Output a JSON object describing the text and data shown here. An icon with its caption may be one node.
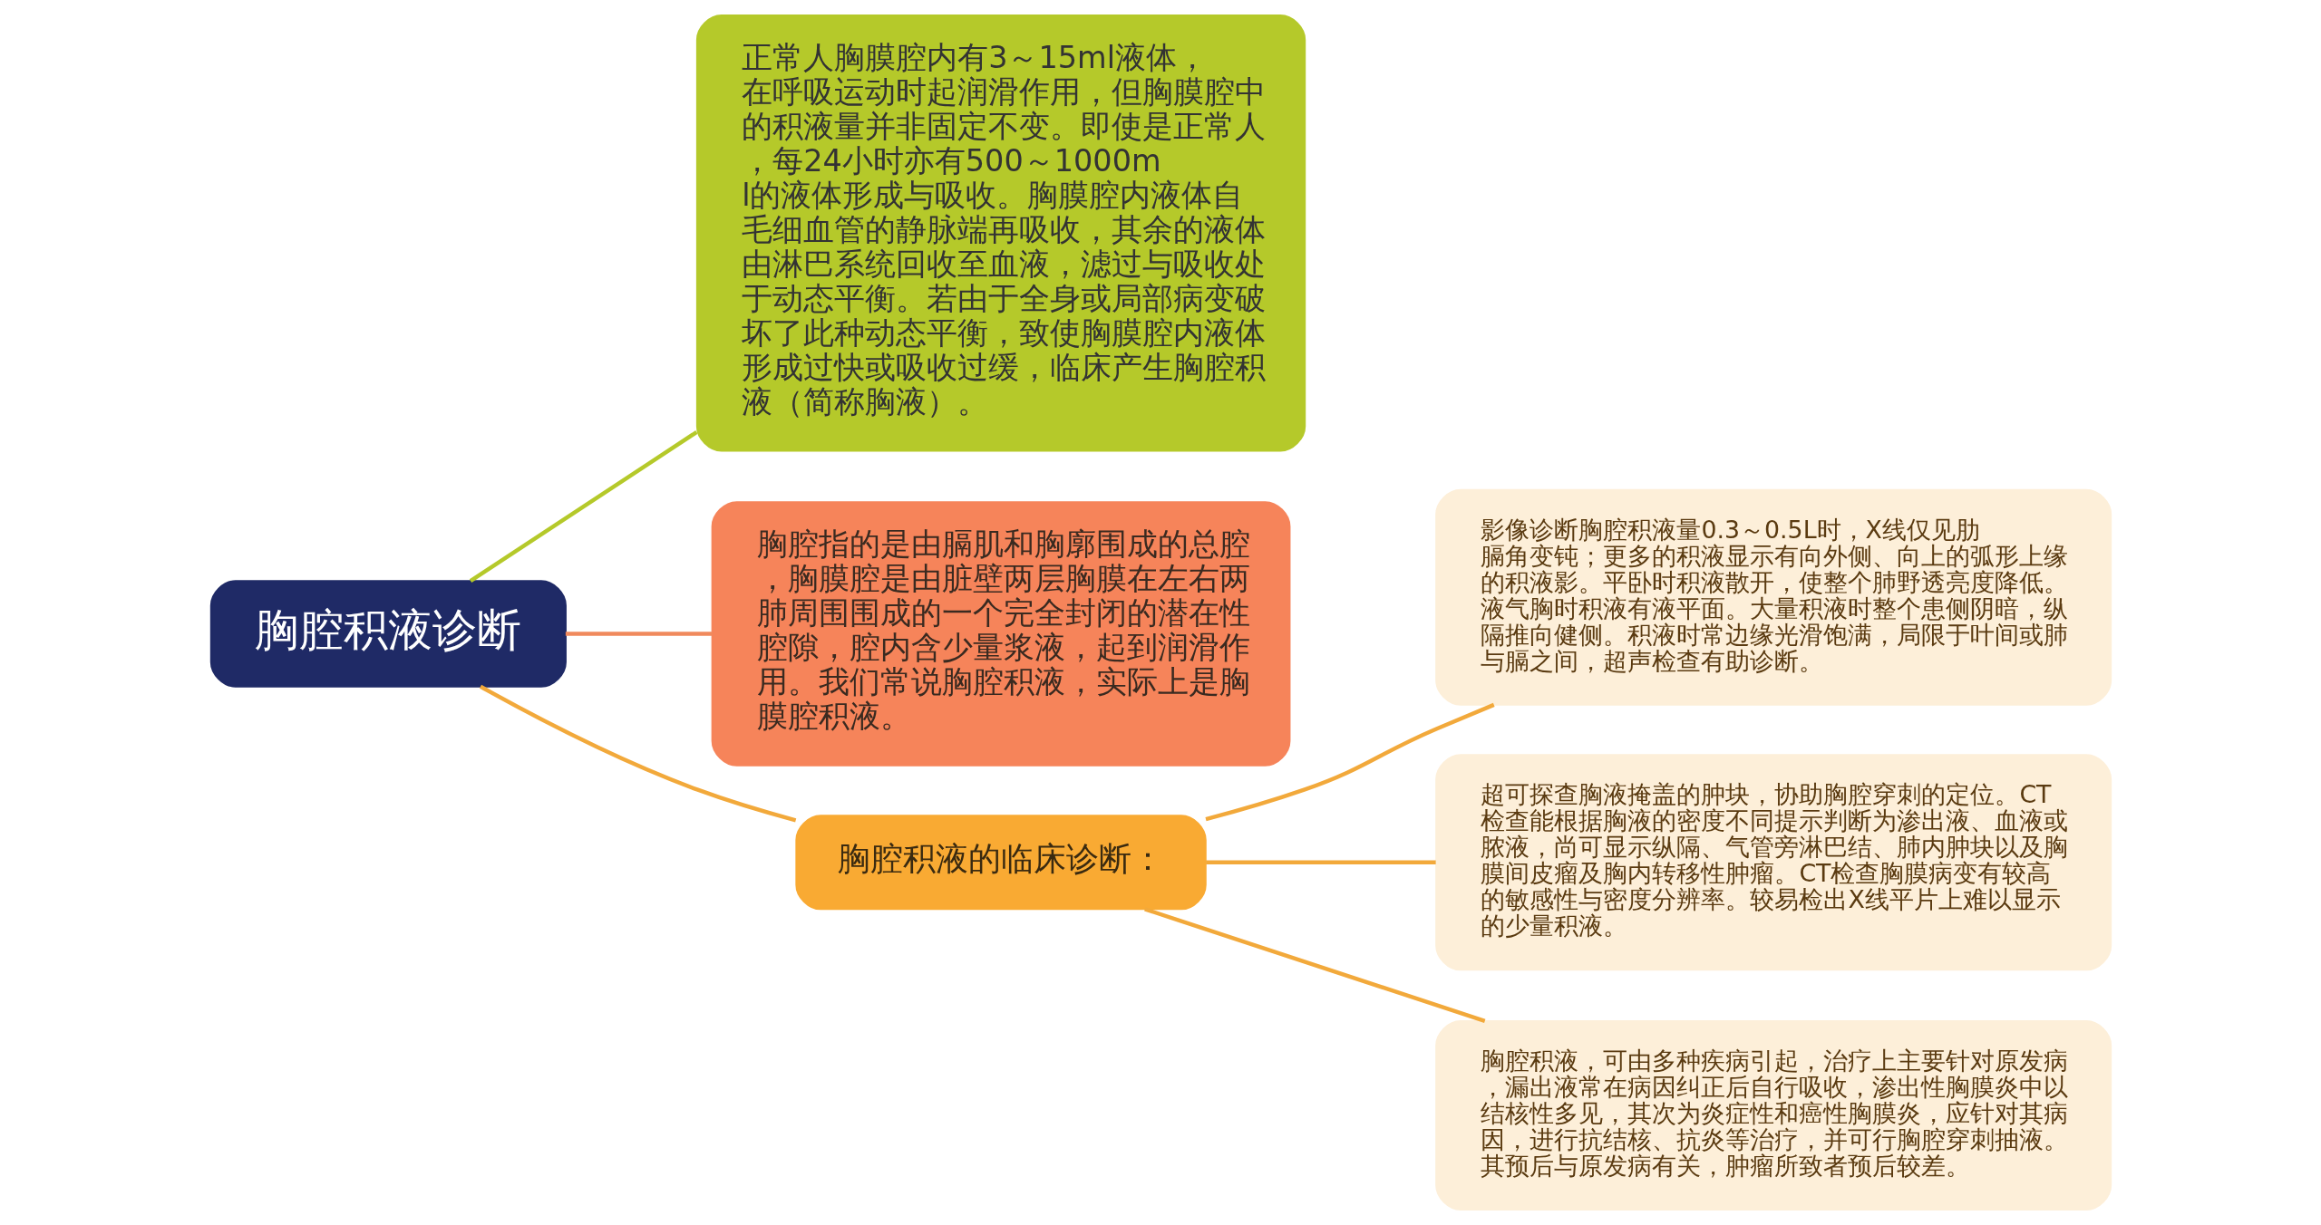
{
  "diagram": {
    "nodes": [
      {
        "text": [
          "胸腔积液诊断"
        ]
      },
      {
        "text": [
          "正常人胸膜腔内有3～15ml液体，在呼吸运动时起润滑作用，但胸膜腔中的积液量并非固定不变。即使是正常人，每24小时亦有500～1000ml的液体形成与吸收。胸膜腔内液体自毛细血管的静脉端再吸收，其余的液体由淋巴系统回收至血液，滤过与吸收处于动态平衡。若由于全身或局部病变破坏了此种动态平衡，致使胸膜腔内液体形成过快或吸收过缓，临床产生胸腔积液（简称胸液）。"
        ]
      },
      {
        "text": [
          "胸腔指的是由膈肌和胸廓围成的总腔，胸膜腔是由脏壁两层胸膜在左右两肺周围围成的一个完全封闭的潜在性腔隙，腔内含少量浆液，起到润滑作用。我们常说胸腔积液，实际上是胸膜腔积液。"
        ]
      },
      {
        "text": [
          "胸腔积液的临床诊断："
        ]
      },
      {
        "text": [
          "影像诊断胸腔积液量0.3～0.5L时，X线仅见肋膈角变钝；更多的积液显示有向外侧、向上的弧形上缘的积液影。平卧时积液散开，使整个肺野透亮度降低。液气胸时积液有液平面。大量积液时整个患侧阴暗，纵隔推向健侧。积液时常边缘光滑饱满，局限于叶间或肺与膈之间，超声检查有助诊断。"
        ]
      },
      {
        "text": [
          "超可探查胸液掩盖的肿块，协助胸腔穿刺的定位。CT检查能根据胸液的密度不同提示判断为渗出液、血液或脓液，尚可显示纵隔、气管旁淋巴结、肺内肿块以及胸膜间皮瘤及胸内转移性肿瘤。CT检查胸膜病变有较高的敏感性与密度分辨率。较易检出X线平片上难以显示的少量积液。"
        ]
      },
      {
        "text": [
          "胸腔积液，可由多种疾病引起，治疗上主要针对原发病，漏出液常在病因纠正后自行吸收，渗出性胸膜炎中以结核性多见，其次为炎症性和癌性胸膜炎，应针对其病因，进行抗结核、抗炎等治疗，并可行胸腔穿刺抽液。其预后与原发病有关，肿瘤所致者预后较差。"
        ]
      }
    ],
    "edges": [
      {
        "from": 0,
        "to": 1,
        "arrow": "none",
        "color": "#b5c92a"
      },
      {
        "from": 0,
        "to": 2,
        "arrow": "none",
        "color": "#f08a5d"
      },
      {
        "from": 0,
        "to": 3,
        "arrow": "none"
      },
      {
        "from": 3,
        "to": 4,
        "arrow": "none"
      },
      {
        "from": 3,
        "to": 5,
        "arrow": "none"
      },
      {
        "from": 3,
        "to": 6,
        "arrow": "none"
      }
    ]
  }
}
